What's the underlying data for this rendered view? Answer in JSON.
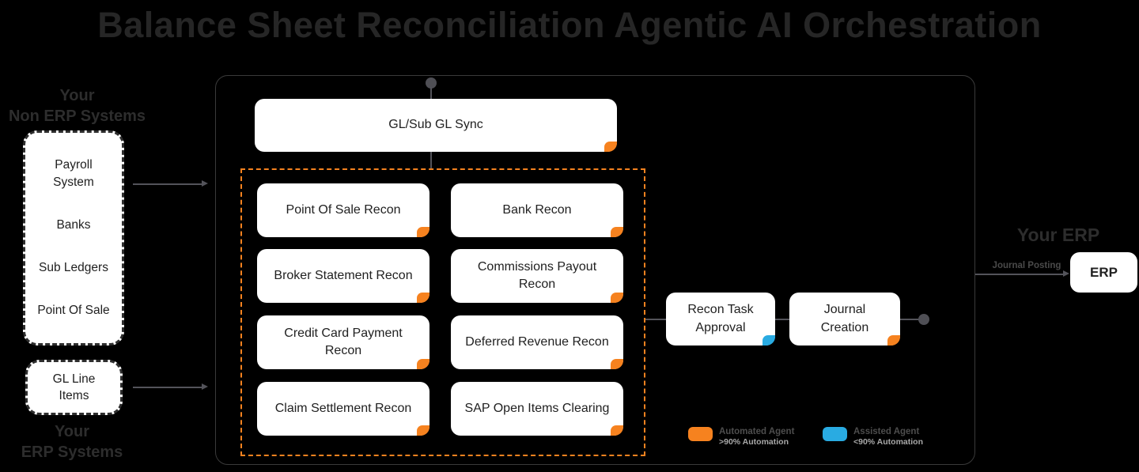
{
  "title": "Balance Sheet Reconciliation Agentic AI Orchestration",
  "left_panel": {
    "non_erp_heading": {
      "line1": "Your",
      "line2": "Non ERP Systems"
    },
    "non_erp_systems": [
      "Payroll System",
      "Banks",
      "Sub Ledgers",
      "Point Of Sale"
    ],
    "gl_line_items_box": "GL Line Items",
    "erp_heading": {
      "line1": "Your",
      "line2": "ERP Systems"
    }
  },
  "orchestration": {
    "sync_box": "GL/Sub GL Sync",
    "recon_boxes": [
      "Point Of Sale Recon",
      "Bank Recon",
      "Broker Statement Recon",
      "Commissions Payout Recon",
      "Credit Card Payment Recon",
      "Deferred Revenue Recon",
      "Claim Settlement Recon",
      "SAP Open Items Clearing"
    ],
    "approval_box": "Recon Task Approval",
    "journal_box": "Journal Creation"
  },
  "right_panel": {
    "erp_heading": "Your ERP",
    "arrow_label": "Journal Posting",
    "erp_box": "ERP"
  },
  "legend": {
    "automated": {
      "title": "Automated Agent",
      "subtitle": ">90% Automation",
      "color": "#F6821F"
    },
    "assisted": {
      "title": "Assisted Agent",
      "subtitle": "<90% Automation",
      "color": "#29ABE2"
    }
  },
  "colors": {
    "background": "#000000",
    "automated_accent": "#F6821F",
    "assisted_accent": "#29ABE2",
    "box_background": "#FFFFFF",
    "box_text": "#212121",
    "connector": "#53535A",
    "heading_text": "#2D2D2D"
  }
}
